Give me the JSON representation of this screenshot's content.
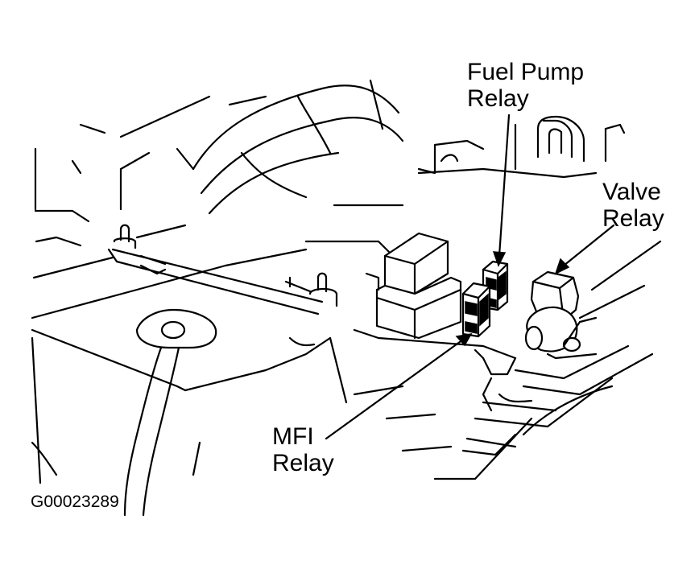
{
  "labels": {
    "fuel_pump_relay_line1": "Fuel Pump",
    "fuel_pump_relay_line2": "Relay",
    "valve_relay_line1": "Valve",
    "valve_relay_line2": "Relay",
    "mfi_relay_line1": "MFI",
    "mfi_relay_line2": "Relay"
  },
  "figure_code": "G00023289"
}
